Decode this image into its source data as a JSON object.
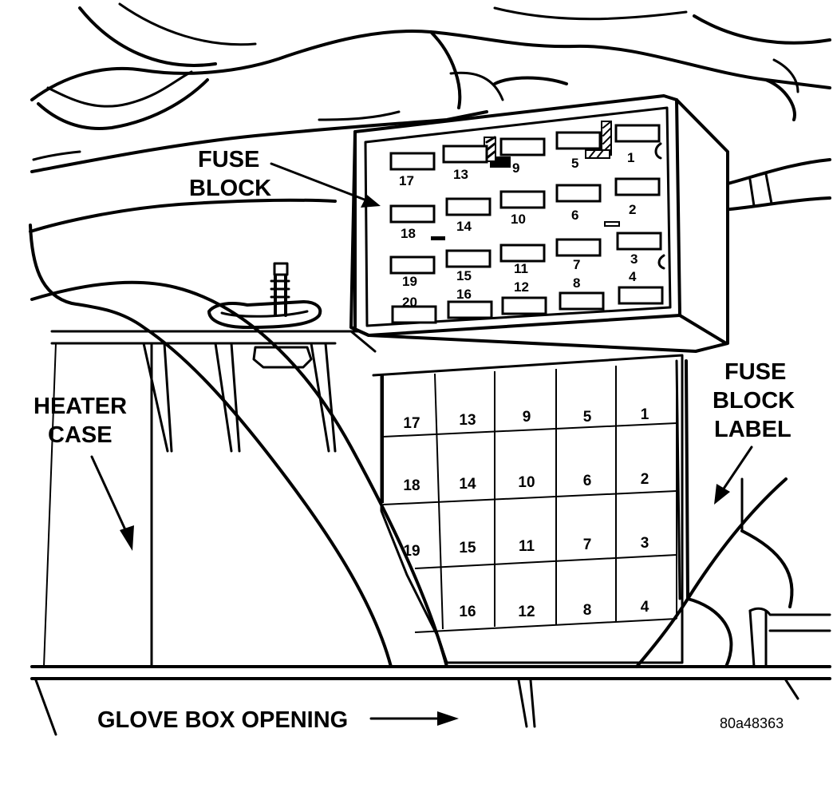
{
  "labels": {
    "fuse_block": [
      "FUSE",
      "BLOCK"
    ],
    "heater_case": [
      "HEATER",
      "CASE"
    ],
    "fuse_block_label": [
      "FUSE",
      "BLOCK",
      "LABEL"
    ],
    "glove_box_opening": "GLOVE BOX OPENING",
    "figure_code": "80a48363"
  },
  "fuse_block_numbers": {
    "row1": [
      "17",
      "13",
      "9",
      "5",
      "1"
    ],
    "row2": [
      "18",
      "14",
      "10",
      "6",
      "2"
    ],
    "row3": [
      "19",
      "15",
      "11",
      "7",
      "3"
    ],
    "row4": [
      "20",
      "16",
      "12",
      "8",
      "4"
    ]
  },
  "label_grid": {
    "row1": [
      "17",
      "13",
      "9",
      "5",
      "1"
    ],
    "row2": [
      "18",
      "14",
      "10",
      "6",
      "2"
    ],
    "row3": [
      "19",
      "15",
      "11",
      "7",
      "3"
    ],
    "row4": [
      "",
      "16",
      "12",
      "8",
      "4"
    ]
  }
}
